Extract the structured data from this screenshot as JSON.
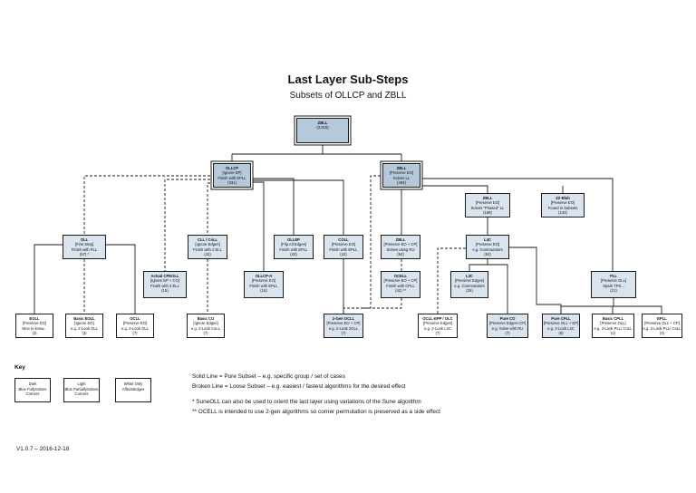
{
  "title": "Last Layer Sub-Steps",
  "subtitle": "Subsets of OLLCP and ZBLL",
  "nodes": {
    "zbll_top": {
      "lines": [
        "ZBLL",
        "(3,915)"
      ],
      "fill": "dark"
    },
    "ollcp": {
      "lines": [
        "OLLCP",
        "[Ignore EP]",
        "Finish with EPLL",
        "(331)"
      ],
      "fill": "dark"
    },
    "zbll": {
      "lines": [
        "ZBLL",
        "[Preserve EO]",
        "Solves LL",
        "(493)"
      ],
      "fill": "dark"
    },
    "zbll_phased": {
      "lines": [
        "ZBLL",
        "[Preserve EO]",
        "Solves \"Phased\" LL",
        "(169)"
      ],
      "fill": "light"
    },
    "zz_blah": {
      "lines": [
        "ZZ-Blah",
        "[Preserve EO]",
        "Found in Subsets",
        "(133)"
      ],
      "fill": "light"
    },
    "oll": {
      "lines": [
        "OLL",
        "[First Step]",
        "Finish with PLL",
        "(57) *"
      ],
      "fill": "light"
    },
    "cll_coll": {
      "lines": [
        "CLL / CoLL",
        "[Ignore Edges]",
        "Finish with 2 ELL",
        "(42)"
      ],
      "fill": "light"
    },
    "ollep": {
      "lines": [
        "OLLEP",
        "[Flip All Edges]",
        "Finish with EPLL",
        "(43)"
      ],
      "fill": "light"
    },
    "coll": {
      "lines": [
        "COLL",
        "[Preserve EO]",
        "Finish with EPLL",
        "(42)"
      ],
      "fill": "light"
    },
    "zbll2": {
      "lines": [
        "ZBLL",
        "[Preserve EO + CP]",
        "Solves using RU",
        "(84)"
      ],
      "fill": "light"
    },
    "l4c": {
      "lines": [
        "L4C",
        "[Preserve EO]",
        "e.g. Commutators",
        "(84)"
      ],
      "fill": "light"
    },
    "actual_cpeoll": {
      "lines": [
        "Actual CPEOLL",
        "[Ignore EP + CO]",
        "Finish with 2 ELL",
        "(15)"
      ],
      "fill": "light"
    },
    "ollcp_a": {
      "lines": [
        "OLLCP-A",
        "[Preserve EO]",
        "Finish with EPLL",
        "(15)"
      ],
      "fill": "light"
    },
    "ocell": {
      "lines": [
        "OCELL",
        "[Preserve EO + CP]",
        "Finish with CPLL",
        "(42) **"
      ],
      "fill": "light"
    },
    "l3c": {
      "lines": [
        "L3C",
        "[Preserve Edges]",
        "e.g. Commutators",
        "(26)"
      ],
      "fill": "light"
    },
    "pll": {
      "lines": [
        "PLL",
        "[Preserve OLL]",
        "Spark TPS...",
        "(21)"
      ],
      "fill": "light"
    },
    "eoll": {
      "lines": [
        "EOLL",
        "[Preserve EO]",
        "Nice to know...",
        "(3)"
      ],
      "fill": "white"
    },
    "basic_eoll": {
      "lines": [
        "Basic EOLL",
        "[Ignore EO]",
        "e.g. 2-Look OLL",
        "(3)"
      ],
      "fill": "white"
    },
    "ocll": {
      "lines": [
        "OCLL",
        "[Preserve EO]",
        "e.g. 2-Look OLL",
        "(7)"
      ],
      "fill": "white"
    },
    "basic_co": {
      "lines": [
        "Basic CO",
        "[Ignore Edges]",
        "e.g. 2-Look CoLL",
        "(7)"
      ],
      "fill": "white"
    },
    "two_gen_ocll": {
      "lines": [
        "2-Gen OCLL",
        "[Preserve EO + CP]",
        "e.g. 2-Look 2GLL",
        "(7)"
      ],
      "fill": "light"
    },
    "ocll_epp": {
      "lines": [
        "OCLL-EPP / OLC",
        "[Preserve Edges]",
        "e.g. 2-Look L4C",
        "(7)"
      ],
      "fill": "white"
    },
    "pure_co": {
      "lines": [
        "Pure CO",
        "[Preserve Edges+CP]",
        "e.g. Solve with RU",
        "(7)"
      ],
      "fill": "light"
    },
    "pure_cpll": {
      "lines": [
        "Pure CPLL",
        "[Preserve OLL + EP]",
        "e.g. 2-Look L4C",
        "(6)"
      ],
      "fill": "light"
    },
    "basic_cpll": {
      "lines": [
        "Basic CPLL",
        "[Preserve OLL]",
        "e.g. 2-Look PLL/ CoLL",
        "(2)"
      ],
      "fill": "white"
    },
    "epll": {
      "lines": [
        "EPLL",
        "[Preserve OLL + CP]",
        "e.g. 2-Look PLL/ CoLL",
        "(4)"
      ],
      "fill": "white"
    }
  },
  "key": {
    "title": "Key",
    "items": [
      {
        "lines": [
          "Dark Blue",
          "",
          "Fully",
          "Solves Corners"
        ],
        "fill": "dark"
      },
      {
        "lines": [
          "Light Blue",
          "",
          "Partially",
          "Solves Corners"
        ],
        "fill": "light"
      },
      {
        "lines": [
          "White",
          "",
          "Only Affects",
          "Edges"
        ],
        "fill": "white"
      }
    ]
  },
  "notes": [
    "Solid Line = Pure Subset – e.g. specific group / set of cases",
    "Broken Line = Loose Subset – e.g. easiest / fastest algorithms for the desired effect",
    "* SuneOLL can also be used to orient the last layer using variations of the Sune algorithm",
    "** OCELL is intended to use 2-gen algorithms so corner permutation is preserved as a side effect"
  ],
  "version": "V1.0.7 – 2016-12-18",
  "colors": {
    "dark": "#b6c8dc",
    "light": "#d9e4ef",
    "white": "#ffffff",
    "line": "#1a1a1a"
  }
}
